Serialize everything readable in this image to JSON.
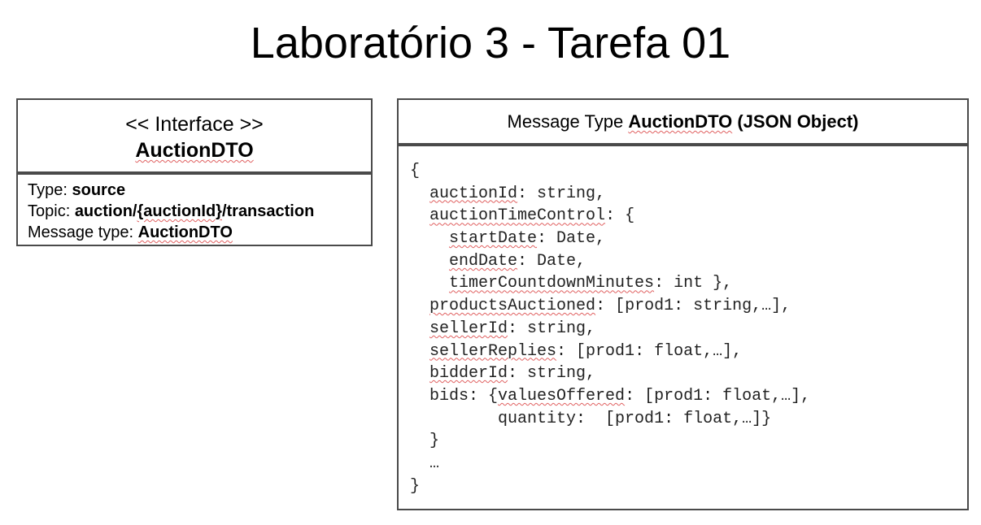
{
  "title": "Laboratório 3 - Tarefa 01",
  "interface": {
    "stereotype": "<< Interface >>",
    "name": "AuctionDTO",
    "type_label": "Type: ",
    "type_value": "source",
    "topic_label": "Topic: ",
    "topic_prefix": "auction/",
    "topic_param": "{auctionId}",
    "topic_suffix": "/transaction",
    "message_type_label": "Message type: ",
    "message_type_value": "AuctionDTO"
  },
  "message": {
    "header_label": "Message Type ",
    "header_name": "AuctionDTO",
    "header_suffix": " (JSON Object)",
    "code": {
      "l1": "{",
      "l2_key": "auctionId",
      "l2_rest": ": string,",
      "l3_key": "auctionTimeControl",
      "l3_rest": ": {",
      "l4_key": "startDate",
      "l4_rest": ": Date,",
      "l5_key": "endDate",
      "l5_rest": ": Date,",
      "l6_key": "timerCountdownMinutes",
      "l6_rest": ": int },",
      "l7_key": "productsAuctioned",
      "l7_rest": ": [prod1: string,…],",
      "l8_key": "sellerId",
      "l8_rest": ": string,",
      "l9_key": "sellerReplies",
      "l9_rest": ": [prod1: float,…],",
      "l10_key": "bidderId",
      "l10_rest": ": string,",
      "l11_pre": "bids: {",
      "l11_key": "valuesOffered",
      "l11_rest": ": [prod1: float,…],",
      "l12": "quantity:  [prod1: float,…]}",
      "l13": "}",
      "l14": "…",
      "l15": "}"
    }
  }
}
